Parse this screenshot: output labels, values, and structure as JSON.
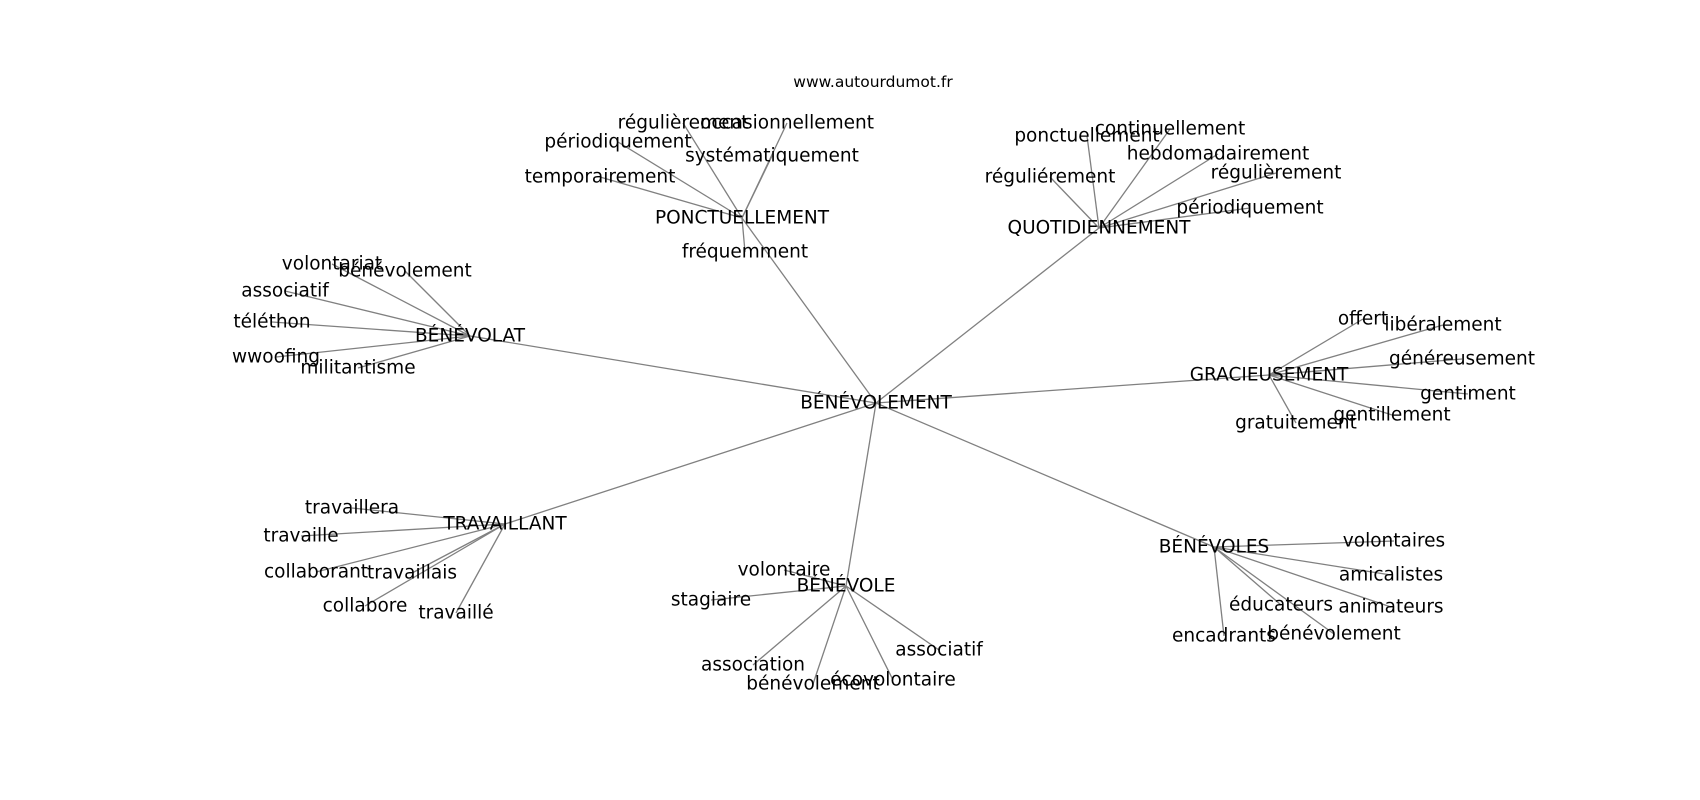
{
  "site": "www.autourdumot.fr",
  "graph": {
    "center": "BÉNÉVOLEMENT",
    "hubs": [
      {
        "id": "ponctuellement",
        "label": "PONCTUELLEMENT",
        "leaves": [
          "régulièrement",
          "occasionnellement",
          "périodiquement",
          "systématiquement",
          "temporairement",
          "fréquemment"
        ]
      },
      {
        "id": "quotidiennement",
        "label": "QUOTIDIENNEMENT",
        "leaves": [
          "ponctuellement",
          "continuellement",
          "hebdomadairement",
          "régulièrement",
          "réguliérement",
          "périodiquement"
        ]
      },
      {
        "id": "benevolat",
        "label": "BÉNÉVOLAT",
        "leaves": [
          "volontariat",
          "bénévolement",
          "associatif",
          "téléthon",
          "wwoofing",
          "militantisme"
        ]
      },
      {
        "id": "gracieusement",
        "label": "GRACIEUSEMENT",
        "leaves": [
          "offert",
          "libéralement",
          "généreusement",
          "gentiment",
          "gentillement",
          "gratuitement"
        ]
      },
      {
        "id": "travaillant",
        "label": "TRAVAILLANT",
        "leaves": [
          "travaillera",
          "travaille",
          "collaborant",
          "travaillais",
          "collabore",
          "travaillé"
        ]
      },
      {
        "id": "benevole",
        "label": "BÉNÉVOLE",
        "leaves": [
          "volontaire",
          "stagiaire",
          "association",
          "bénévolement",
          "écovolontaire",
          "associatif"
        ]
      },
      {
        "id": "benevoles",
        "label": "BÉNÉVOLES",
        "leaves": [
          "volontaires",
          "amicalistes",
          "éducateurs",
          "animateurs",
          "bénévolement",
          "encadrants"
        ]
      }
    ]
  }
}
